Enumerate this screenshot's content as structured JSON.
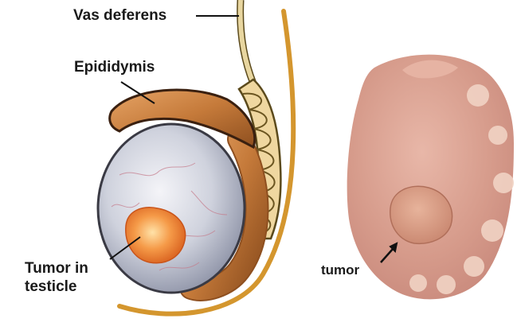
{
  "labels": {
    "vas_deferens": "Vas deferens",
    "epididymis": "Epididymis",
    "tumor_in_testicle_line1": "Tumor in",
    "tumor_in_testicle_line2": "testicle",
    "tumor_photo": "tumor"
  },
  "colors": {
    "testicle": "#c9ccd8",
    "epididymis": "#c57a3a",
    "tumor": "#f08a3a",
    "scrotal_line": "#d4962e",
    "specimen": "#d79c8e",
    "leader_line": "#111111"
  }
}
